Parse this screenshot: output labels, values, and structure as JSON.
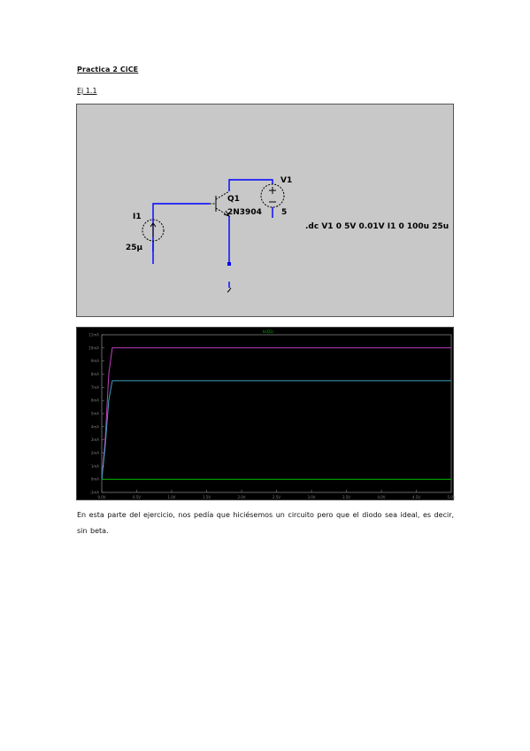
{
  "document": {
    "title": "Practica 2 CiCE",
    "exercise": "Ej 1.1",
    "paragraph": "En esta parte del ejercicio, nos pedía que hiciésemos un circuito pero que el diodo sea ideal, es decir, sin beta."
  },
  "schematic": {
    "v1_label": "V1",
    "v1_value": "5",
    "q1_label": "Q1",
    "q1_model": "2N3904",
    "i1_label": "I1",
    "i1_value": "25µ",
    "directive": ".dc V1 0 5V 0.01V I1 0 100u 25u",
    "colors": {
      "background": "#c8c8c8",
      "wire": "#0000ff",
      "component": "#000000"
    }
  },
  "plot": {
    "trace_label": "Ic(Q1)",
    "y_ticks": [
      "11mA",
      "10mA",
      "9mA",
      "8mA",
      "7mA",
      "6mA",
      "5mA",
      "4mA",
      "3mA",
      "2mA",
      "1mA",
      "0mA",
      "-1mA"
    ],
    "x_ticks": [
      "0.0V",
      "0.5V",
      "1.0V",
      "1.5V",
      "2.0V",
      "2.5V",
      "3.0V",
      "3.5V",
      "4.0V",
      "4.5V",
      "5.0V"
    ],
    "colors": {
      "background": "#000000",
      "axes": "#808080",
      "green": "#00c000",
      "cyan": "#3fa0c0",
      "magenta": "#c040c0"
    }
  },
  "chart_data": {
    "type": "line",
    "title": "Ic(Q1)",
    "xlabel": "",
    "ylabel": "",
    "xlim": [
      0,
      5
    ],
    "ylim": [
      -1,
      11
    ],
    "series": [
      {
        "color": "#00c000",
        "x": [
          0,
          0.05,
          5
        ],
        "y": [
          0,
          0,
          0
        ]
      },
      {
        "color": "#c040c0",
        "x": [
          0,
          0.05,
          0.1,
          0.15,
          0.2,
          5
        ],
        "y": [
          0,
          3.0,
          8.0,
          10.0,
          10.0,
          10.0
        ]
      },
      {
        "color": "#3fa0c0",
        "x": [
          0,
          0.05,
          0.1,
          0.15,
          0.2,
          5
        ],
        "y": [
          0,
          2.5,
          6.0,
          7.5,
          7.5,
          7.5
        ]
      }
    ]
  }
}
